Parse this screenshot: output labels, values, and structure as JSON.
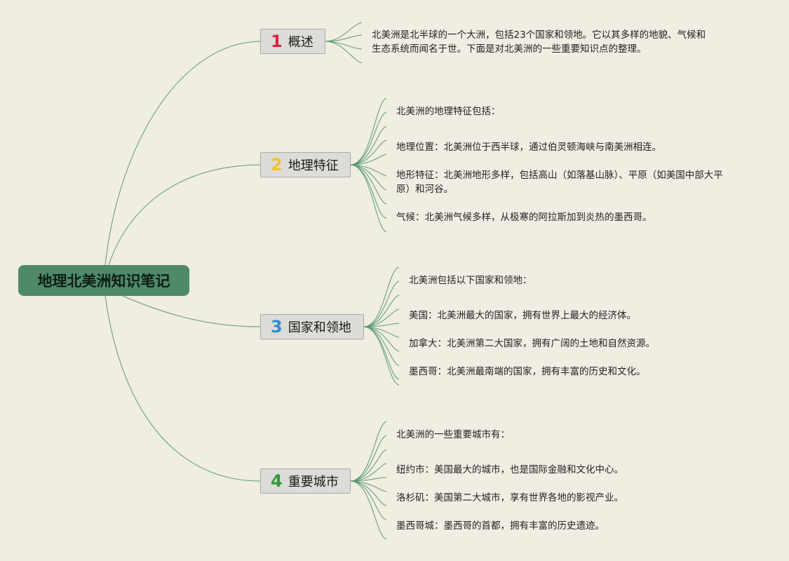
{
  "root": {
    "label": "地理北美洲知识笔记"
  },
  "colors": {
    "background": "#f0ede3",
    "root_fill": "#4f8a68",
    "topic_fill": "#dcdcd8",
    "connector": "#5a9a78"
  },
  "topics": [
    {
      "number": "1",
      "number_color": "#d7263d",
      "label": "概述",
      "details": [
        "北美洲是北半球的一个大洲，包括23个国家和领地。它以其多样的地貌、气候和",
        "生态系统而闻名于世。下面是对北美洲的一些重要知识点的整理。"
      ]
    },
    {
      "number": "2",
      "number_color": "#f2c230",
      "label": "地理特征",
      "details": [
        "北美洲的地理特征包括：",
        "地理位置：北美洲位于西半球，通过伯灵顿海峡与南美洲相连。",
        "地形特征：北美洲地形多样，包括高山（如落基山脉）、平原（如美国中部大平",
        "原）和河谷。",
        "气候：北美洲气候多样，从极寒的阿拉斯加到炎热的墨西哥。"
      ]
    },
    {
      "number": "3",
      "number_color": "#2c8fd6",
      "label": "国家和领地",
      "details": [
        "北美洲包括以下国家和领地：",
        "美国：北美洲最大的国家，拥有世界上最大的经济体。",
        "加拿大：北美洲第二大国家，拥有广阔的土地和自然资源。",
        "墨西哥：北美洲最南端的国家，拥有丰富的历史和文化。"
      ]
    },
    {
      "number": "4",
      "number_color": "#2e9a3a",
      "label": "重要城市",
      "details": [
        "北美洲的一些重要城市有：",
        "纽约市：美国最大的城市，也是国际金融和文化中心。",
        "洛杉矶：美国第二大城市，享有世界各地的影视产业。",
        "墨西哥城：墨西哥的首都，拥有丰富的历史遗迹。"
      ]
    }
  ]
}
